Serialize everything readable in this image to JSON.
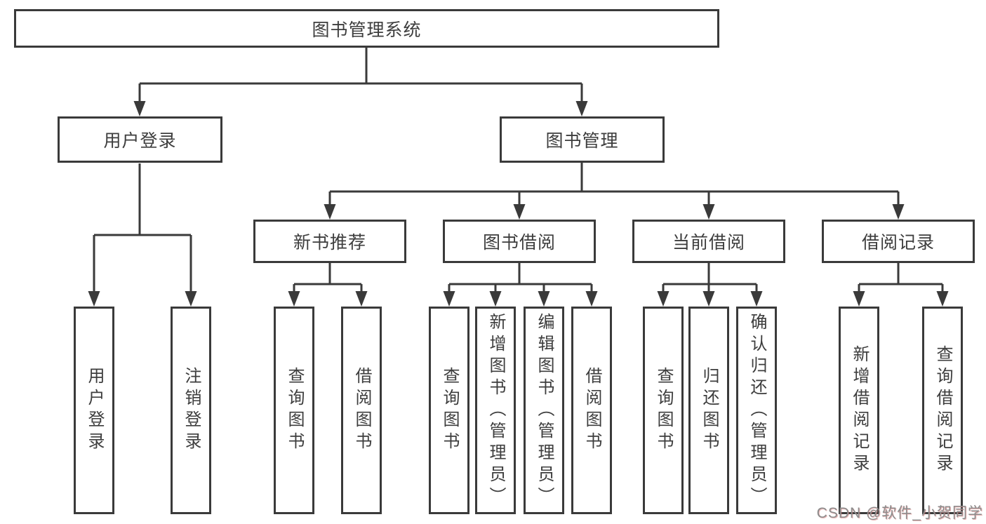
{
  "diagram_title": "图书管理系统",
  "colors": {
    "line": "#3a3a3a",
    "text": "#3d3d3d",
    "box-bg": "#ffffff",
    "wm": "#8c8c8c"
  },
  "nodes": {
    "root": "图书管理系统",
    "level2": [
      "用户登录",
      "图书管理"
    ],
    "level3": [
      "新书推荐",
      "图书借阅",
      "当前借阅",
      "借阅记录"
    ],
    "login_children": [
      "用户登录",
      "注销登录"
    ],
    "recommend_children": [
      "查询图书",
      "借阅图书"
    ],
    "borrow_children": [
      "查询图书",
      "新增图书（管理员）",
      "编辑图书（管理员）",
      "借阅图书"
    ],
    "current_children": [
      "查询图书",
      "归还图书",
      "确认归还（管理员）"
    ],
    "record_children": [
      "新增借阅记录",
      "查询借阅记录"
    ]
  },
  "watermark": "CSDN @软件_小贺同学"
}
